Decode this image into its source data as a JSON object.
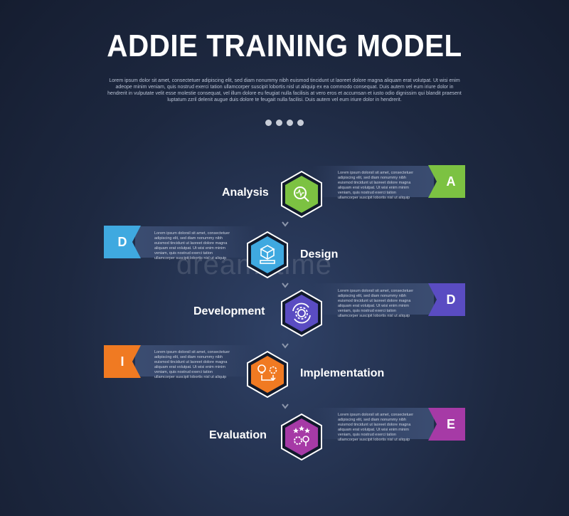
{
  "header": {
    "title": "ADDIE TRAINING MODEL",
    "description": "Lorem ipsum dolor sit amet, consectetuer adipiscing elit, sed diam nonummy nibh euismod tincidunt ut laoreet dolore magna aliquam erat volutpat. Ut wisi enim adeope minim veniam, quis nostrud exerci tation ullamcorper suscipit lobortis nisl ut aliquip ex ea commodo consequat. Duis autem vel eum iriure dolor in hendrerit in vulputate velit esse molestie consequat, vel illum dolore eu feugiat nulla facilisis at vero eros et accumsan et iusto odio dignissim qui blandit praesent luptatum zzril delenit augue duis dolore te feugait nulla facilisi. Duis autem vel eum iriure dolor in hendrerit."
  },
  "pager": {
    "dot_count": 4
  },
  "steps": [
    {
      "label": "Analysis",
      "letter": "A",
      "color": "#7cc242",
      "icon": "magnifier-pulse-icon",
      "text": "Lorem ipsum dolorsil sit amet, consectetuer adipiscing elit, sed diam nonummy nibh euismod tincidunt ut laoreet dolore magna aliquam erat volutpat. Ut wisi enim minim veniam, quis nostrud exerci tation ullamcorper suscipit lobortis nisl ut aliquip"
    },
    {
      "label": "Design",
      "letter": "D",
      "color": "#3fa9e0",
      "icon": "blueprint-box-icon",
      "text": "Lorem ipsum dolorsil sit amet, consectetuer adipiscing elit, sed diam nonummy nibh euismod tincidunt ut laoreet dolore magna aliquam erat volutpat. Ut wisi enim minim veniam, quis nostrud exerci tation ullamcorper suscipit lobortis nisl ut aliquip"
    },
    {
      "label": "Development",
      "letter": "D",
      "color": "#5a4cc2",
      "icon": "gear-cycle-icon",
      "text": "Lorem ipsum dolorsil sit amet, consectetuer adipiscing elit, sed diam nonummy nibh euismod tincidunt ut laoreet dolore magna aliquam erat volutpat. Ut wisi enim minim veniam, quis nostrud exerci tation ullamcorper suscipit lobortis nisl ut aliquip"
    },
    {
      "label": "Implementation",
      "letter": "I",
      "color": "#f07a22",
      "icon": "idea-gear-icon",
      "text": "Lorem ipsum dolorsil sit amet, consectetuer adipiscing elit, sed diam nonummy nibh euismod tincidunt ut laoreet dolore magna aliquam erat volutpat. Ut wisi enim minim veniam, quis nostrud exerci tation ullamcorper suscipit lobortis nisl ut aliquip"
    },
    {
      "label": "Evaluation",
      "letter": "E",
      "color": "#a63aa6",
      "icon": "stars-gear-icon",
      "text": "Lorem ipsum dolorsil sit amet, consectetuer adipiscing elit, sed diam nonummy nibh euismod tincidunt ut laoreet dolore magna aliquam erat volutpat. Ut wisi enim minim veniam, quis nostrud exerci tation ullamcorper suscipit lobortis nisl ut aliquip"
    }
  ],
  "watermark": "dreamstime"
}
